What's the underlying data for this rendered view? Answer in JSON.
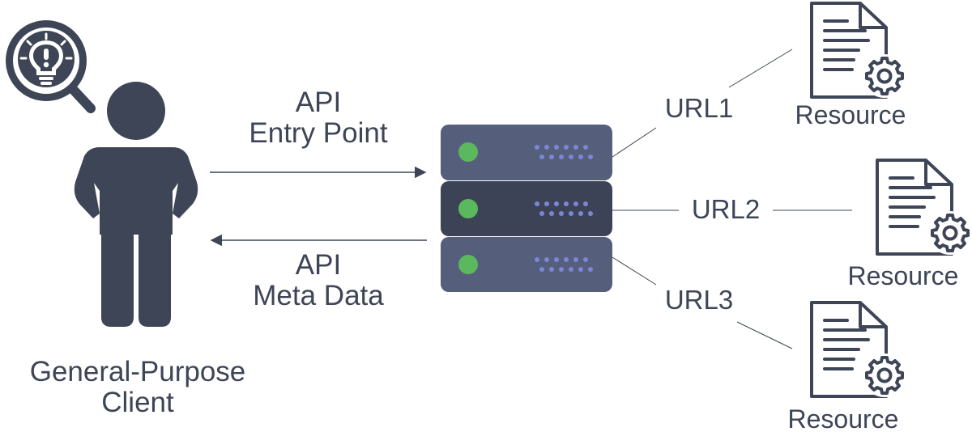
{
  "client": {
    "label_line1": "General-Purpose",
    "label_line2": "Client"
  },
  "request": {
    "line1": "API",
    "line2": "Entry Point"
  },
  "response": {
    "line1": "API",
    "line2": "Meta Data"
  },
  "links": [
    {
      "url": "URL1",
      "resource": "Resource"
    },
    {
      "url": "URL2",
      "resource": "Resource"
    },
    {
      "url": "URL3",
      "resource": "Resource"
    }
  ],
  "colors": {
    "ink": "#3d4556",
    "server_light": "#555e7a",
    "server_dark": "#3c4356",
    "led": "#5cb85c",
    "dots": "#7c86d6"
  }
}
